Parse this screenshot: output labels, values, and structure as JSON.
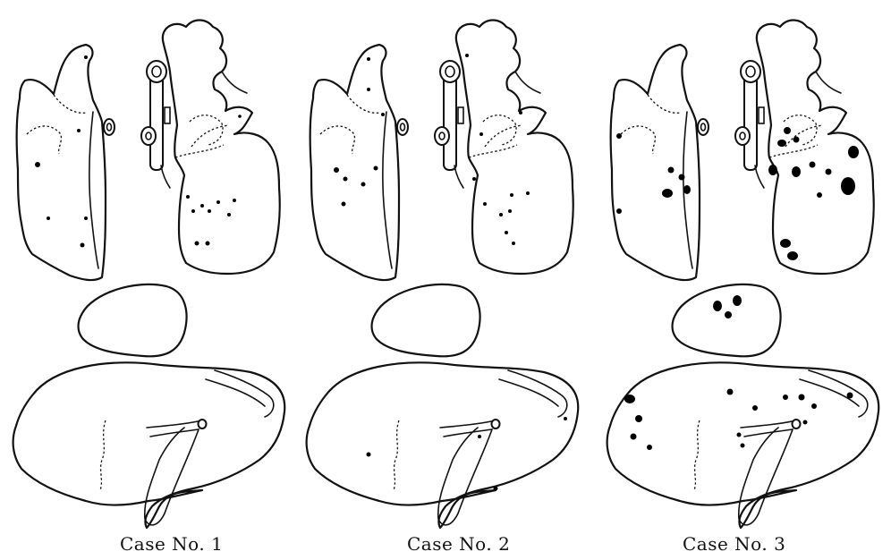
{
  "figure": {
    "cases": [
      {
        "caption": "Case No. 1"
      },
      {
        "caption": "Case No. 2"
      },
      {
        "caption": "Case No. 3"
      }
    ]
  }
}
